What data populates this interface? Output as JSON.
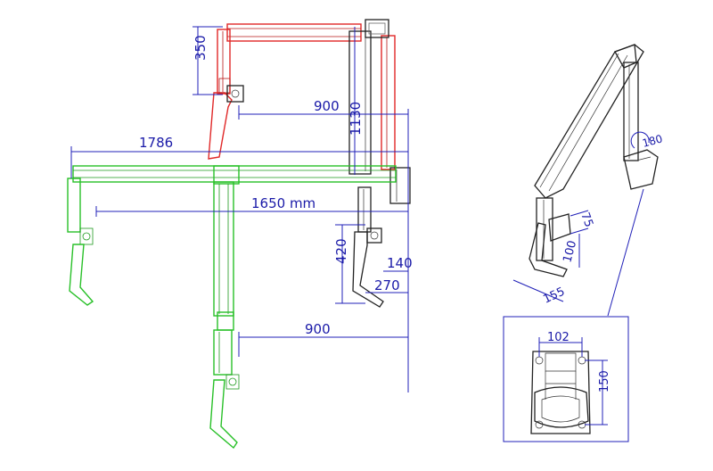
{
  "dimensions": {
    "reach_top": "900",
    "height_top": "350",
    "total_width": "1786",
    "arm_length": "1650 mm",
    "column_height": "1130",
    "drop_height": "420",
    "offset_140": "140",
    "offset_270": "270",
    "reach_bottom": "900",
    "rotation": "180",
    "iso_75": "75",
    "iso_100": "100",
    "iso_155": "155",
    "plate_width": "102",
    "plate_height": "150"
  },
  "colors": {
    "dimension": "#2020b8",
    "upper_position": "#e02828",
    "extended_position": "#28c028",
    "structure": "#222222"
  }
}
